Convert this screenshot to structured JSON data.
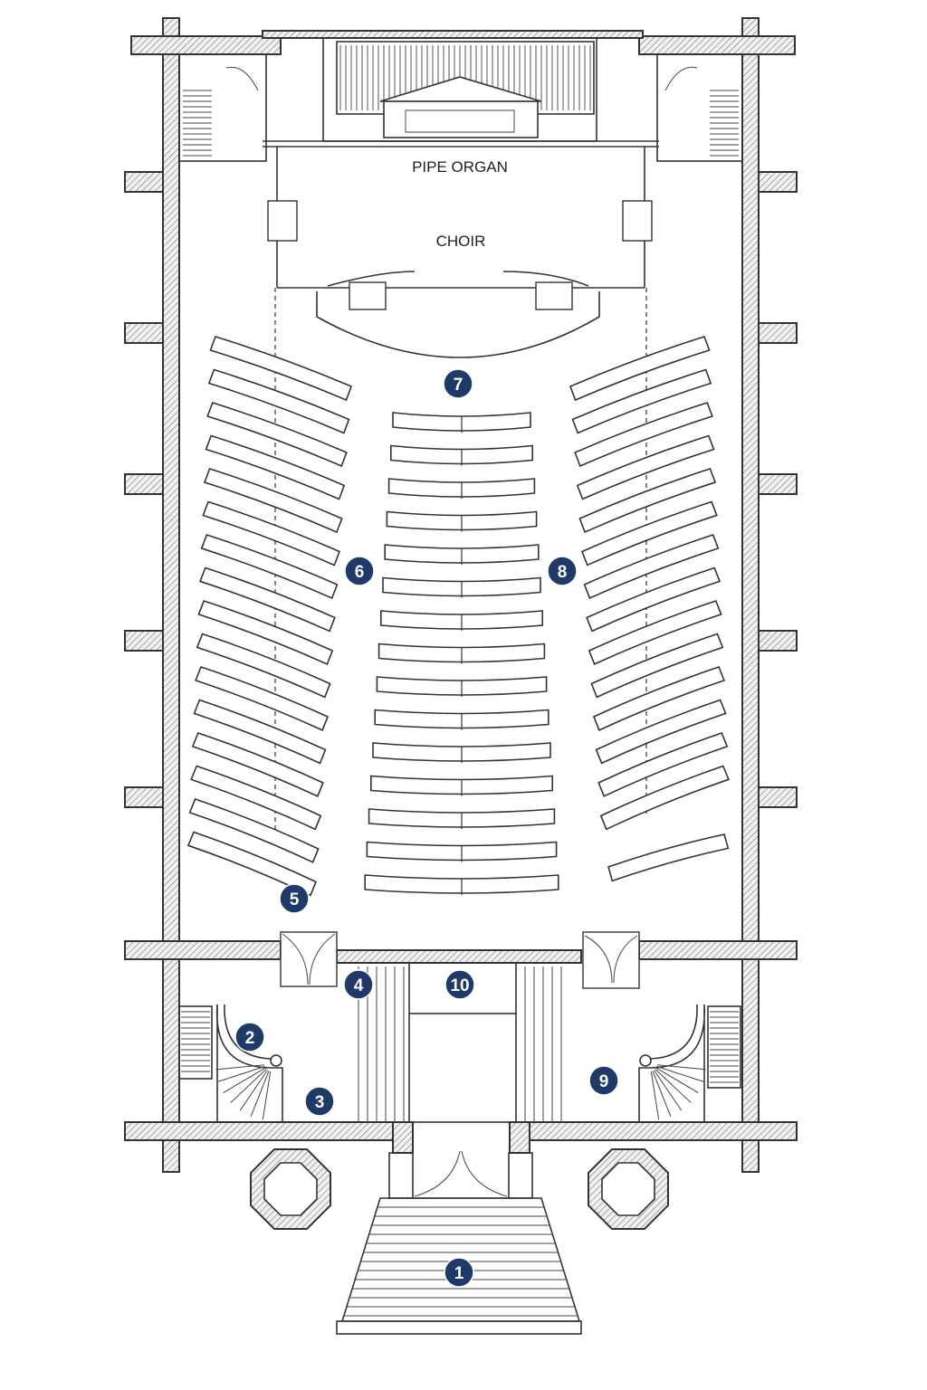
{
  "labels": {
    "pipe_organ": "PIPE ORGAN",
    "choir": "CHOIR"
  },
  "markers": [
    "1",
    "2",
    "3",
    "4",
    "5",
    "6",
    "7",
    "8",
    "9",
    "10"
  ],
  "colors": {
    "marker_fill": "#1f3a68",
    "wall_line": "#333333",
    "background": "#ffffff"
  }
}
